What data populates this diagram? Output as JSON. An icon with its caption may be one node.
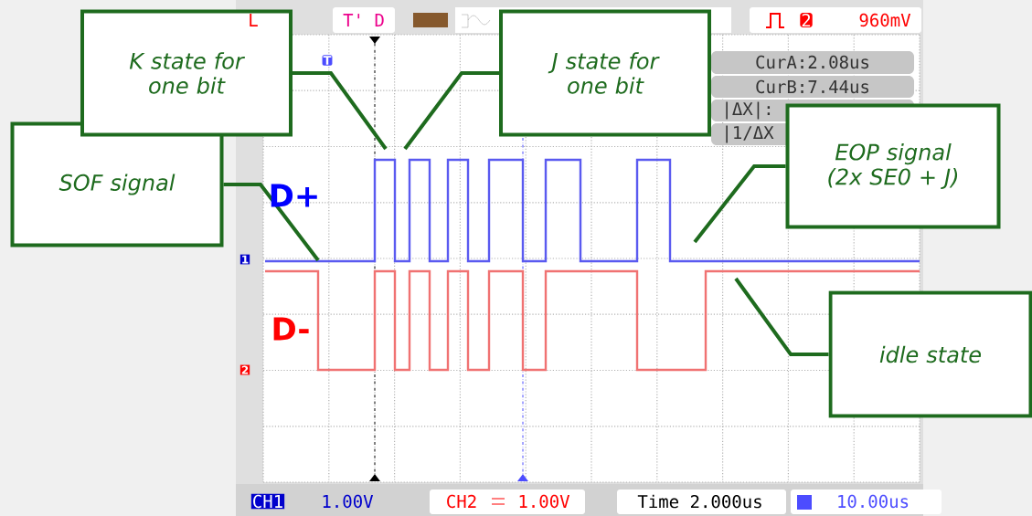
{
  "diagram": {
    "nodes": [
      {
        "text": [
          "K state for one bit"
        ]
      },
      {
        "text": [
          "J state for one bit"
        ]
      },
      {
        "text": [
          "SOF signal"
        ]
      },
      {
        "text": [
          "EOP signal (2x SE0 + J)"
        ]
      },
      {
        "text": [
          "idle state"
        ]
      }
    ],
    "edges": [
      {
        "from": 0,
        "to": null,
        "arrow": "none"
      },
      {
        "from": 1,
        "to": null,
        "arrow": "none"
      },
      {
        "from": 2,
        "to": null,
        "arrow": "none"
      },
      {
        "from": 3,
        "to": null,
        "arrow": "none"
      },
      {
        "from": 4,
        "to": null,
        "arrow": "none"
      }
    ],
    "labels": [
      "L",
      "T' D",
      "2",
      "960mV",
      "CurA:2.08us",
      "CurB:7.44us",
      "|ΔX|:",
      "|1/ΔX",
      "T",
      "D+",
      "D-",
      "1",
      "2",
      "CH1",
      "1.00V",
      "CH2",
      "1.00V",
      "Time 2.000us",
      "10.00us"
    ]
  }
}
